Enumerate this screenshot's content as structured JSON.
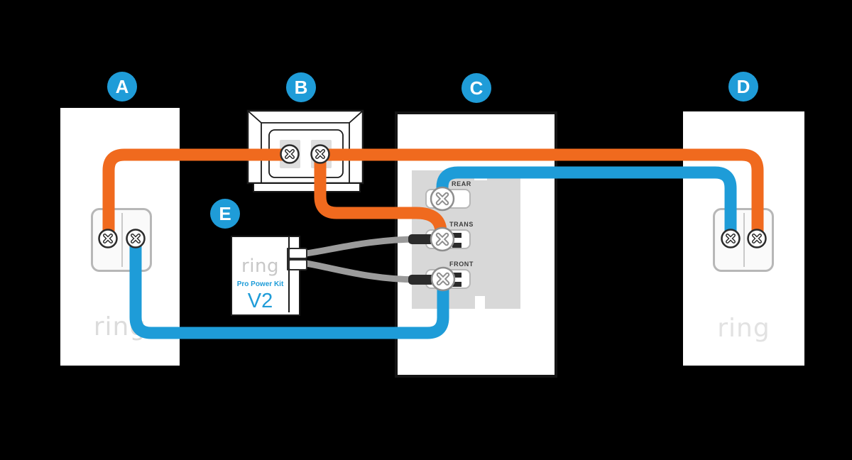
{
  "badges": [
    {
      "letter": "A"
    },
    {
      "letter": "B"
    },
    {
      "letter": "C"
    },
    {
      "letter": "D"
    },
    {
      "letter": "E"
    }
  ],
  "devices": {
    "doorbell_a": {
      "brand": "ring"
    },
    "transformer": {},
    "chime": {
      "terminals": [
        {
          "name": "REAR"
        },
        {
          "name": "TRANS"
        },
        {
          "name": "FRONT"
        }
      ]
    },
    "doorbell_d": {
      "brand": "ring"
    },
    "power_kit": {
      "brand": "ring",
      "product": "Pro Power Kit",
      "version": "V2"
    }
  },
  "colors": {
    "badge_blue": "#1F9CD8",
    "wire_orange": "#F06A1E",
    "wire_blue": "#1E9CD8",
    "wire_gray": "#9B9B9B",
    "connector_black": "#2B2B2B"
  }
}
